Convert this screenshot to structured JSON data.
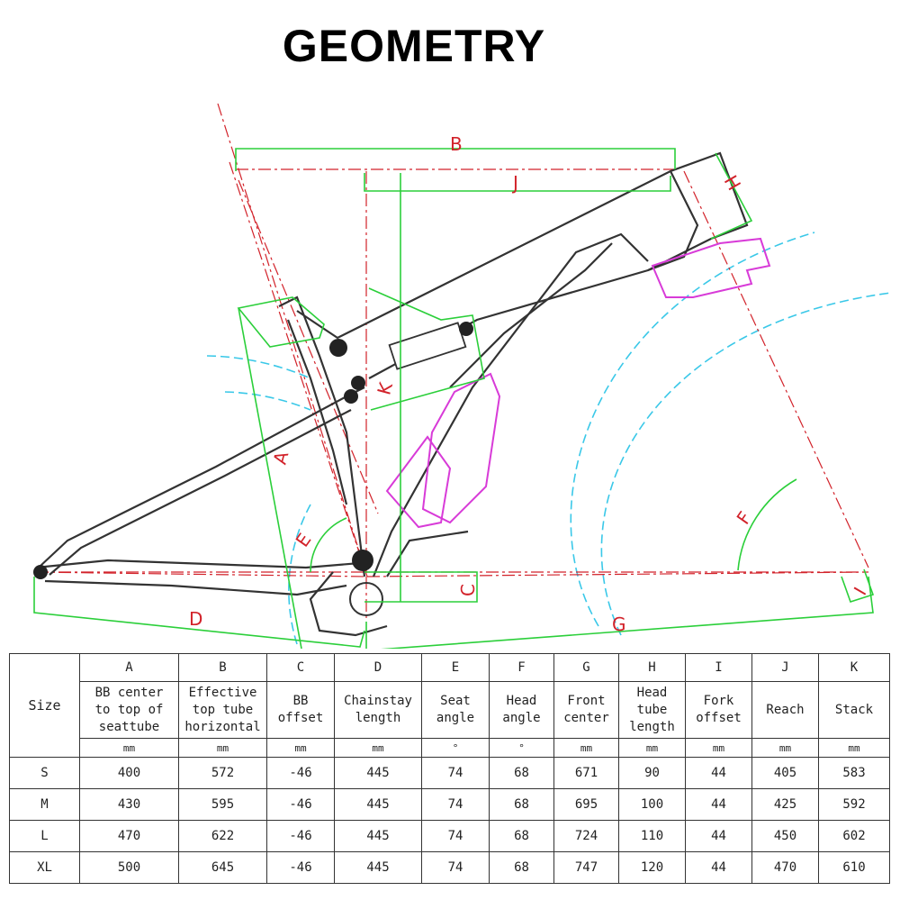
{
  "title": "GEOMETRY",
  "dimension_labels": [
    "A",
    "B",
    "C",
    "D",
    "E",
    "F",
    "G",
    "H",
    "I",
    "J",
    "K"
  ],
  "colors": {
    "green": "#2bcf3a",
    "red": "#d2222a",
    "cyan": "#3ac8e8",
    "magenta": "#d83bd8",
    "frame": "#333333"
  },
  "table": {
    "size_header": "Size",
    "columns": [
      {
        "letter": "A",
        "name": [
          "BB center",
          "to top of",
          "seattube"
        ],
        "unit": "mm"
      },
      {
        "letter": "B",
        "name": [
          "Effective",
          "top tube",
          "horizontal"
        ],
        "unit": "mm"
      },
      {
        "letter": "C",
        "name": [
          "BB",
          "offset"
        ],
        "unit": "mm"
      },
      {
        "letter": "D",
        "name": [
          "Chainstay",
          "length"
        ],
        "unit": "mm"
      },
      {
        "letter": "E",
        "name": [
          "Seat",
          "angle"
        ],
        "unit": "°"
      },
      {
        "letter": "F",
        "name": [
          "Head",
          "angle"
        ],
        "unit": "°"
      },
      {
        "letter": "G",
        "name": [
          "Front",
          "center"
        ],
        "unit": "mm"
      },
      {
        "letter": "H",
        "name": [
          "Head",
          "tube",
          "length"
        ],
        "unit": "mm"
      },
      {
        "letter": "I",
        "name": [
          "Fork",
          "offset"
        ],
        "unit": "mm"
      },
      {
        "letter": "J",
        "name": [
          "Reach"
        ],
        "unit": "mm"
      },
      {
        "letter": "K",
        "name": [
          "Stack"
        ],
        "unit": "mm"
      }
    ],
    "rows": [
      {
        "size": "S",
        "values": [
          "400",
          "572",
          "-46",
          "445",
          "74",
          "68",
          "671",
          "90",
          "44",
          "405",
          "583"
        ]
      },
      {
        "size": "M",
        "values": [
          "430",
          "595",
          "-46",
          "445",
          "74",
          "68",
          "695",
          "100",
          "44",
          "425",
          "592"
        ]
      },
      {
        "size": "L",
        "values": [
          "470",
          "622",
          "-46",
          "445",
          "74",
          "68",
          "724",
          "110",
          "44",
          "450",
          "602"
        ]
      },
      {
        "size": "XL",
        "values": [
          "500",
          "645",
          "-46",
          "445",
          "74",
          "68",
          "747",
          "120",
          "44",
          "470",
          "610"
        ]
      }
    ]
  }
}
